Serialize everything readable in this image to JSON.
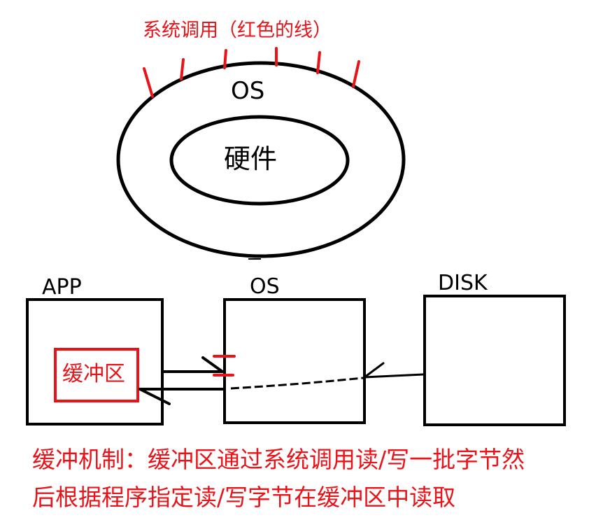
{
  "title": "系统调用（红色的线）",
  "os_ring": {
    "outer_label": "OS",
    "inner_label": "硬件"
  },
  "boxes": {
    "app": {
      "label": "APP",
      "buffer_label": "缓冲区"
    },
    "os": {
      "label": "OS"
    },
    "disk": {
      "label": "DISK"
    }
  },
  "caption": {
    "line1": "缓冲机制：缓冲区通过系统调用读/写一批字节然",
    "line2": "后根据程序指定读/写字节在缓冲区中读取"
  },
  "colors": {
    "red": "#e8141a",
    "black": "#000000"
  }
}
